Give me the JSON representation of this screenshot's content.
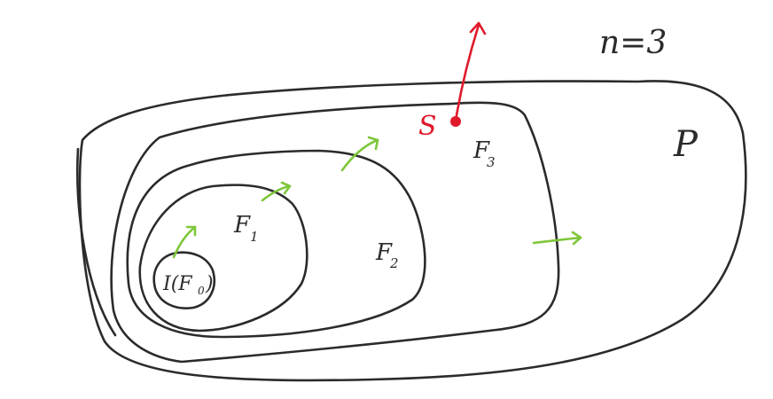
{
  "diagram": {
    "labels": {
      "n_eq": "n=3",
      "P": "P",
      "S": "S",
      "F3": "F",
      "F3_sub": "3",
      "F2": "F",
      "F2_sub": "2",
      "F1": "F",
      "F1_sub": "1",
      "IF0": "I(F",
      "IF0_sub": "0",
      "IF0_close": ")"
    },
    "colors": {
      "ink": "#2b2b2b",
      "arrow": "#7ec63a",
      "point": "#e0192b"
    }
  }
}
